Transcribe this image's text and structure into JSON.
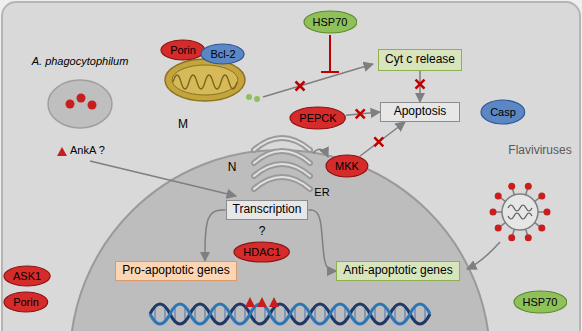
{
  "diagram": {
    "nodes": [
      {
        "text": [
          "Porin"
        ]
      },
      {
        "text": [
          "Bcl-2"
        ]
      },
      {
        "text": [
          "HSP70"
        ]
      },
      {
        "text": [
          "Cyt c release"
        ]
      },
      {
        "text": [
          "Casp"
        ]
      },
      {
        "text": [
          "PEPCK"
        ]
      },
      {
        "text": [
          "Apoptosis"
        ]
      },
      {
        "text": [
          "MKK"
        ]
      },
      {
        "text": [
          "Transcription"
        ]
      },
      {
        "text": [
          "HDAC1"
        ]
      },
      {
        "text": [
          "Pro-apoptotic genes"
        ]
      },
      {
        "text": [
          "Anti-apoptotic genes"
        ]
      },
      {
        "text": [
          "ASK1"
        ]
      },
      {
        "text": [
          "Porin"
        ]
      },
      {
        "text": [
          "HSP70"
        ]
      }
    ],
    "edges": [
      {
        "from": 3,
        "to": 6,
        "arrow": "to"
      },
      {
        "from": 5,
        "to": 6,
        "arrow": "to"
      },
      {
        "from": 7,
        "to": 6,
        "arrow": "to"
      },
      {
        "from": 8,
        "to": 10,
        "arrow": "to"
      },
      {
        "from": 8,
        "to": 11,
        "arrow": "to"
      }
    ],
    "labels": [
      "A. phagocytophilum",
      "AnkA ?",
      "M",
      "N",
      "ER",
      "Flaviviruses",
      "?"
    ]
  }
}
